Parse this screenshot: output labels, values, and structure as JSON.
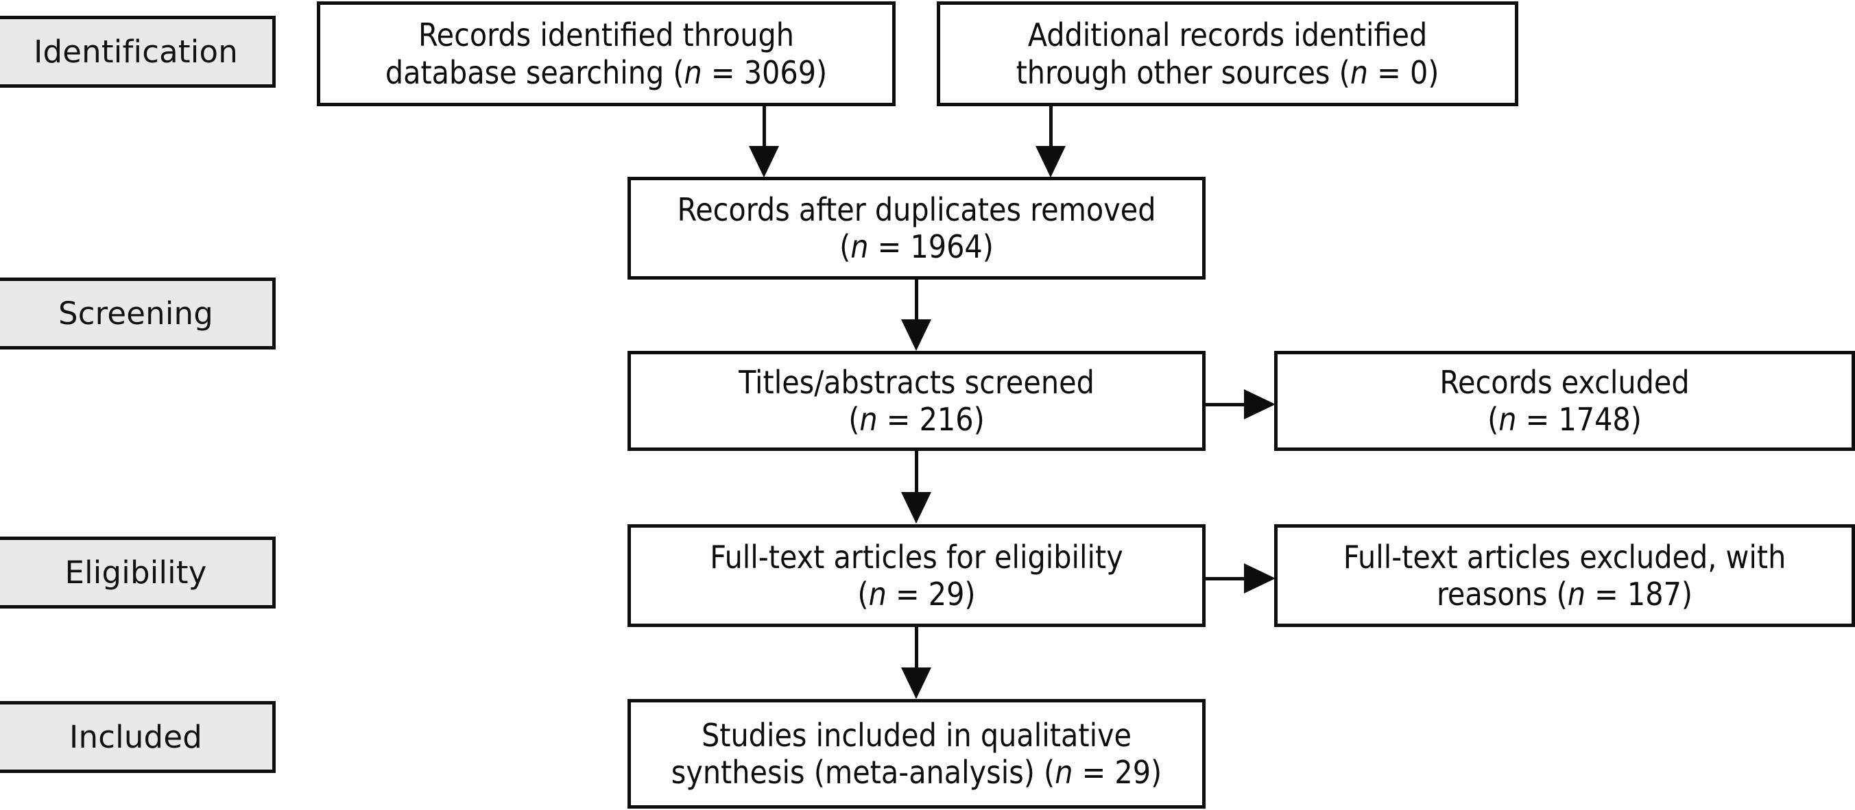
{
  "diagram": {
    "type": "prisma-flow-diagram",
    "title": "",
    "background_color": "#ffffff",
    "border_color": "#0d0d0d",
    "stage_label_fill": "#e7e9ea",
    "stages": [
      {
        "id": "identification",
        "label": "Identification"
      },
      {
        "id": "screening",
        "label": "Screening"
      },
      {
        "id": "eligibility",
        "label": "Eligibility"
      },
      {
        "id": "included",
        "label": "Included"
      }
    ],
    "boxes": [
      {
        "id": "records-identified-database",
        "stage": "identification",
        "line1": "Records identified through",
        "line2_pre": "database searching (",
        "line2_n": "n",
        "line2_post": " = 3069)",
        "n": 3069
      },
      {
        "id": "records-identified-other",
        "stage": "identification",
        "line1": "Additional records identified",
        "line2_pre": "through other sources (",
        "line2_n": "n",
        "line2_post": " = 0)",
        "n": 0
      },
      {
        "id": "records-after-duplicates",
        "stage": "screening",
        "line1": "Records after duplicates removed",
        "line2_pre": "(",
        "line2_n": "n",
        "line2_post": " = 1964)",
        "n": 1964
      },
      {
        "id": "titles-abstracts-screened",
        "stage": "screening",
        "line1": "Titles/abstracts screened",
        "line2_pre": "(",
        "line2_n": "n",
        "line2_post": " = 216)",
        "n": 216
      },
      {
        "id": "records-excluded",
        "stage": "screening",
        "line1": "Records excluded",
        "line2_pre": "(",
        "line2_n": "n",
        "line2_post": " = 1748)",
        "n": 1748
      },
      {
        "id": "full-text-eligibility",
        "stage": "eligibility",
        "line1": "Full-text articles for eligibility",
        "line2_pre": "(",
        "line2_n": "n",
        "line2_post": " = 29)",
        "n": 29
      },
      {
        "id": "full-text-excluded",
        "stage": "eligibility",
        "line1": "Full-text articles excluded, with",
        "line2_pre": "reasons (",
        "line2_n": "n",
        "line2_post": " = 187)",
        "n": 187
      },
      {
        "id": "studies-included",
        "stage": "included",
        "line1": "Studies included in qualitative",
        "line2_pre": "synthesis (meta-analysis) (",
        "line2_n": "n",
        "line2_post": " = 29)",
        "n": 29
      }
    ]
  }
}
